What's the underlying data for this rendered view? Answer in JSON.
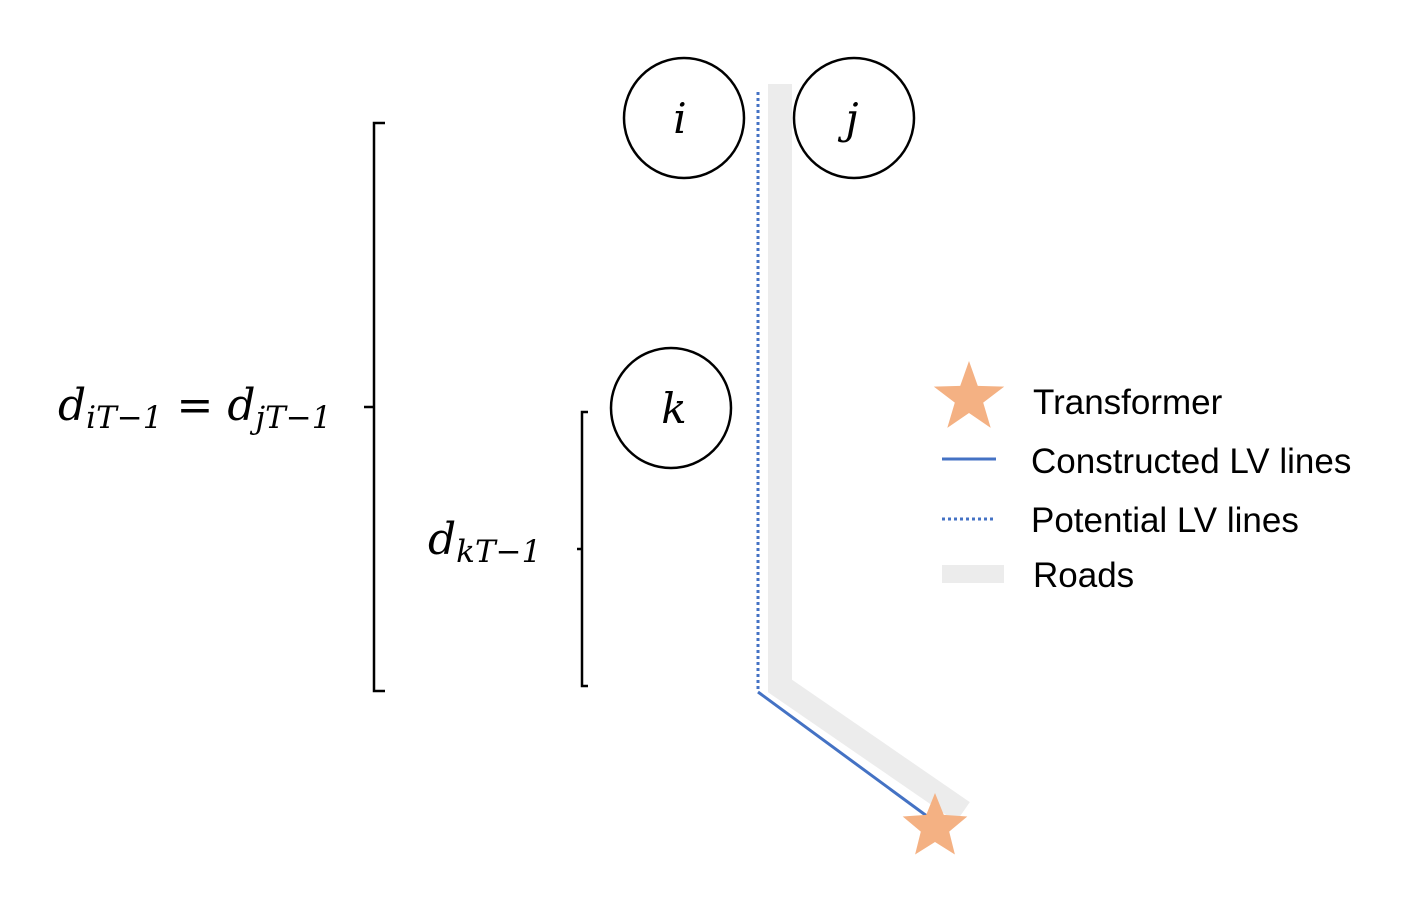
{
  "nodes": {
    "i": "i",
    "j": "j",
    "k": "k"
  },
  "labels": {
    "d_ij": {
      "d1": "d",
      "s1": "iT−1",
      "eq": " = ",
      "d2": "d",
      "s2": "jT−1"
    },
    "d_k": {
      "d": "d",
      "s": "kT−1"
    }
  },
  "legend": {
    "transformer": "Transformer",
    "constructed": "Constructed LV lines",
    "potential": "Potential LV lines",
    "roads": "Roads"
  },
  "colors": {
    "road": "#ececec",
    "line": "#4472c4",
    "transformer": "#f4b183",
    "ink": "#000000"
  }
}
